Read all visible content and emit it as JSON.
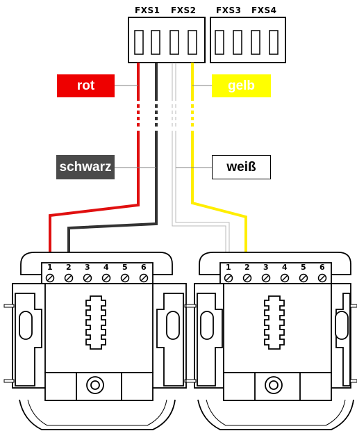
{
  "ports": [
    "FXS1",
    "FXS2",
    "FXS3",
    "FXS4"
  ],
  "wire_labels": {
    "rot": "rot",
    "gelb": "gelb",
    "schwarz": "schwarz",
    "weiss": "weiß"
  },
  "terminal_numbers": [
    "1",
    "2",
    "3",
    "4",
    "5",
    "6"
  ],
  "colors": {
    "red": "#e01010",
    "black": "#303030",
    "yellow": "#ffee00",
    "white_wire": "#c8c8c8",
    "label_red": "#ee0000",
    "label_yellow": "#ffff00",
    "label_black": "#4a4a4a"
  },
  "icons": [
    "phone-jack-icon",
    "terminal-screw-icon"
  ]
}
